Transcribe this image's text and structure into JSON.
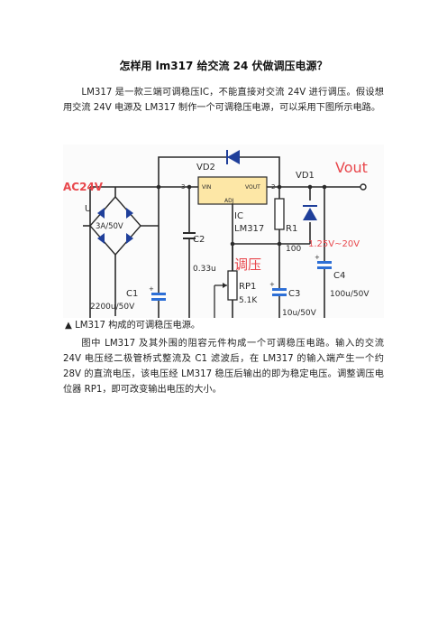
{
  "document": {
    "title": "怎样用 lm317 给交流 24 伏做调压电源？",
    "paragraph1": "LM317 是一款三端可调稳压IC，不能直接对交流 24V 进行调压。假设想用交流 24V 电源及 LM317 制作一个可调稳压电源，可以采用下图所示电路。",
    "caption": "▲ LM317 构成的可调稳压电源。",
    "paragraph2": "图中 LM317 及其外围的阻容元件构成一个可调稳压电路。输入的交流 24V 电压经二极管桥式整流及 C1 滤波后，在 LM317 的输入端产生一个约 28V 的直流电压，该电压经 LM317 稳压后输出的即为稳定电压。调整调压电位器 RP1，即可改变输出电压的大小。"
  },
  "figure": {
    "labels": {
      "vd2": "VD2",
      "vd1": "VD1",
      "vout": "Vout",
      "ac24v": "AC24V",
      "u": "U",
      "bridge": "3A/50V",
      "pin3": "3",
      "pin2": "2",
      "pin_in": "VIN",
      "pin_out": "VOUT",
      "pin_adj": "ADJ",
      "ic": "IC",
      "lm317": "LM317",
      "r1": "R1",
      "r1_val": "100",
      "c2": "C2",
      "c2_val": "0.33u",
      "range": "1.25V~20V",
      "tiaoya": "调压",
      "rp1": "RP1",
      "rp1_val": "5.1K",
      "c3": "C3",
      "c3_val": "10u/50V",
      "c4": "C4",
      "c4_val": "100u/50V",
      "c1": "C1",
      "c1_val": "2200u/50V"
    },
    "colors": {
      "wire": "#2a2a2a",
      "ic_fill": "#fde7a6",
      "red_label": "#e8474c",
      "diode_blue": "#1f3f9a",
      "cap_blue": "#2d6fd6"
    }
  }
}
